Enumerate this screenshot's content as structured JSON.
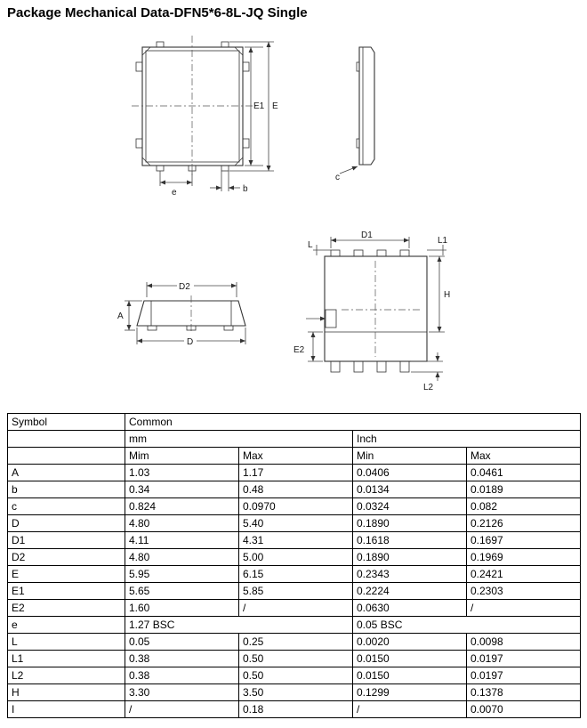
{
  "page": {
    "title": "Package Mechanical Data-DFN5*6-8L-JQ Single"
  },
  "drawing": {
    "labels": {
      "E1": "E1",
      "E": "E",
      "e": "e",
      "b": "b",
      "c": "c",
      "D2": "D2",
      "A": "A",
      "D": "D",
      "D1": "D1",
      "L": "L",
      "L1": "L1",
      "H": "H",
      "E2": "E2",
      "L2": "L2"
    }
  },
  "table": {
    "header": {
      "symbol": "Symbol",
      "common": "Common",
      "mm": "mm",
      "inch": "Inch",
      "mm_min": "Mim",
      "mm_max": "Max",
      "inch_min": "Min",
      "inch_max": "Max"
    },
    "rows": [
      {
        "symbol": "A",
        "mm_min": "1.03",
        "mm_max": "1.17",
        "inch_min": "0.0406",
        "inch_max": "0.0461"
      },
      {
        "symbol": "b",
        "mm_min": "0.34",
        "mm_max": "0.48",
        "inch_min": "0.0134",
        "inch_max": "0.0189"
      },
      {
        "symbol": "c",
        "mm_min": "0.824",
        "mm_max": "0.0970",
        "inch_min": "0.0324",
        "inch_max": "0.082"
      },
      {
        "symbol": "D",
        "mm_min": "4.80",
        "mm_max": "5.40",
        "inch_min": "0.1890",
        "inch_max": "0.2126"
      },
      {
        "symbol": "D1",
        "mm_min": "4.11",
        "mm_max": "4.31",
        "inch_min": "0.1618",
        "inch_max": "0.1697"
      },
      {
        "symbol": "D2",
        "mm_min": "4.80",
        "mm_max": "5.00",
        "inch_min": "0.1890",
        "inch_max": "0.1969"
      },
      {
        "symbol": "E",
        "mm_min": "5.95",
        "mm_max": "6.15",
        "inch_min": "0.2343",
        "inch_max": "0.2421"
      },
      {
        "symbol": "E1",
        "mm_min": "5.65",
        "mm_max": "5.85",
        "inch_min": "0.2224",
        "inch_max": "0.2303"
      },
      {
        "symbol": "E2",
        "mm_min": "1.60",
        "mm_max": "/",
        "inch_min": "0.0630",
        "inch_max": "/"
      }
    ],
    "bsc_row": {
      "symbol": "e",
      "mm": "1.27 BSC",
      "inch": "0.05 BSC"
    },
    "rows2": [
      {
        "symbol": "L",
        "mm_min": "0.05",
        "mm_max": "0.25",
        "inch_min": "0.0020",
        "inch_max": "0.0098"
      },
      {
        "symbol": "L1",
        "mm_min": "0.38",
        "mm_max": "0.50",
        "inch_min": "0.0150",
        "inch_max": "0.0197"
      },
      {
        "symbol": "L2",
        "mm_min": "0.38",
        "mm_max": "0.50",
        "inch_min": "0.0150",
        "inch_max": "0.0197"
      },
      {
        "symbol": "H",
        "mm_min": "3.30",
        "mm_max": "3.50",
        "inch_min": "0.1299",
        "inch_max": "0.1378"
      },
      {
        "symbol": "I",
        "mm_min": "/",
        "mm_max": "0.18",
        "inch_min": "/",
        "inch_max": "0.0070"
      }
    ]
  }
}
